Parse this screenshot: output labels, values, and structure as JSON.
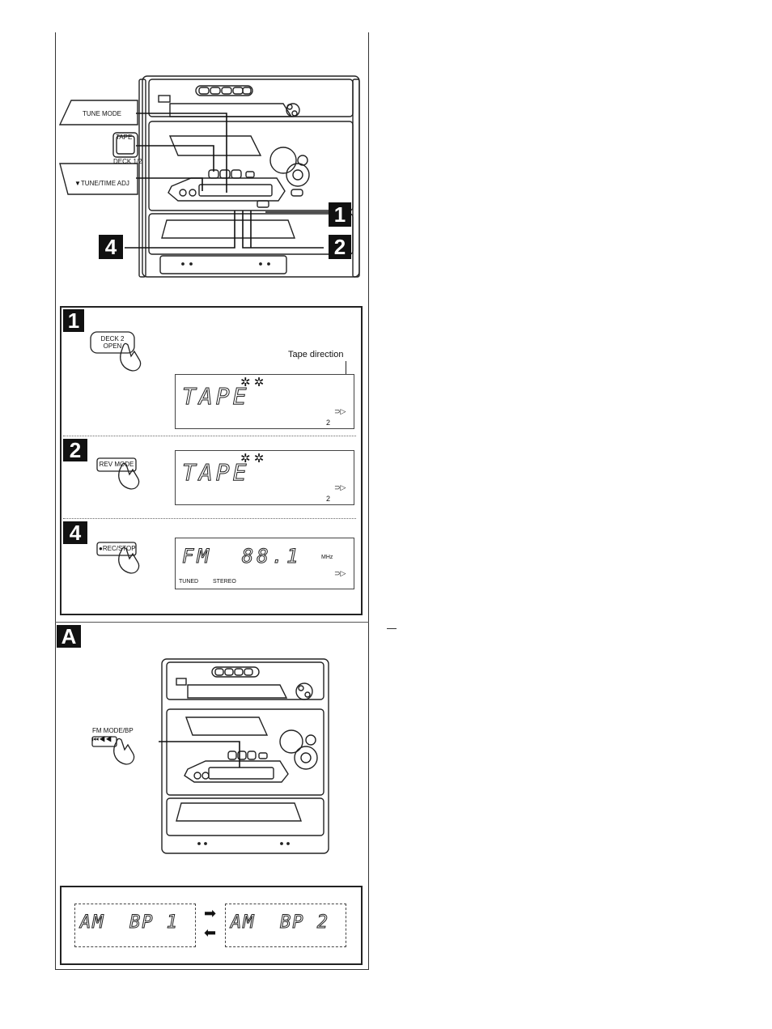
{
  "top_labels": {
    "tune_mode": "TUNE MODE",
    "tape": "TAPE",
    "deck": "DECK 1/2",
    "tune_time": "▼TUNE/TIME ADJ"
  },
  "callouts": {
    "one": "1",
    "two": "2",
    "four": "4"
  },
  "steps": {
    "s1": {
      "badge": "1",
      "button": "DECK 2 OPEN",
      "annotation": "Tape direction",
      "display": "TAPE",
      "indicator": "⊃▷",
      "deck_no": "2"
    },
    "s2": {
      "badge": "2",
      "button": "REV MODE",
      "display": "TAPE",
      "indicator": "⊃▷",
      "deck_no": "2"
    },
    "s4": {
      "badge": "4",
      "button": "●REC/STOP",
      "display": "FM  88.1",
      "unit": "MHz",
      "tuned": "TUNED",
      "stereo": "STEREO",
      "indicator": "⊃▷"
    }
  },
  "section_a": {
    "badge": "A",
    "button": "FM MODE/BP",
    "display_left": "AM  BP 1",
    "display_right": "AM  BP 2"
  }
}
